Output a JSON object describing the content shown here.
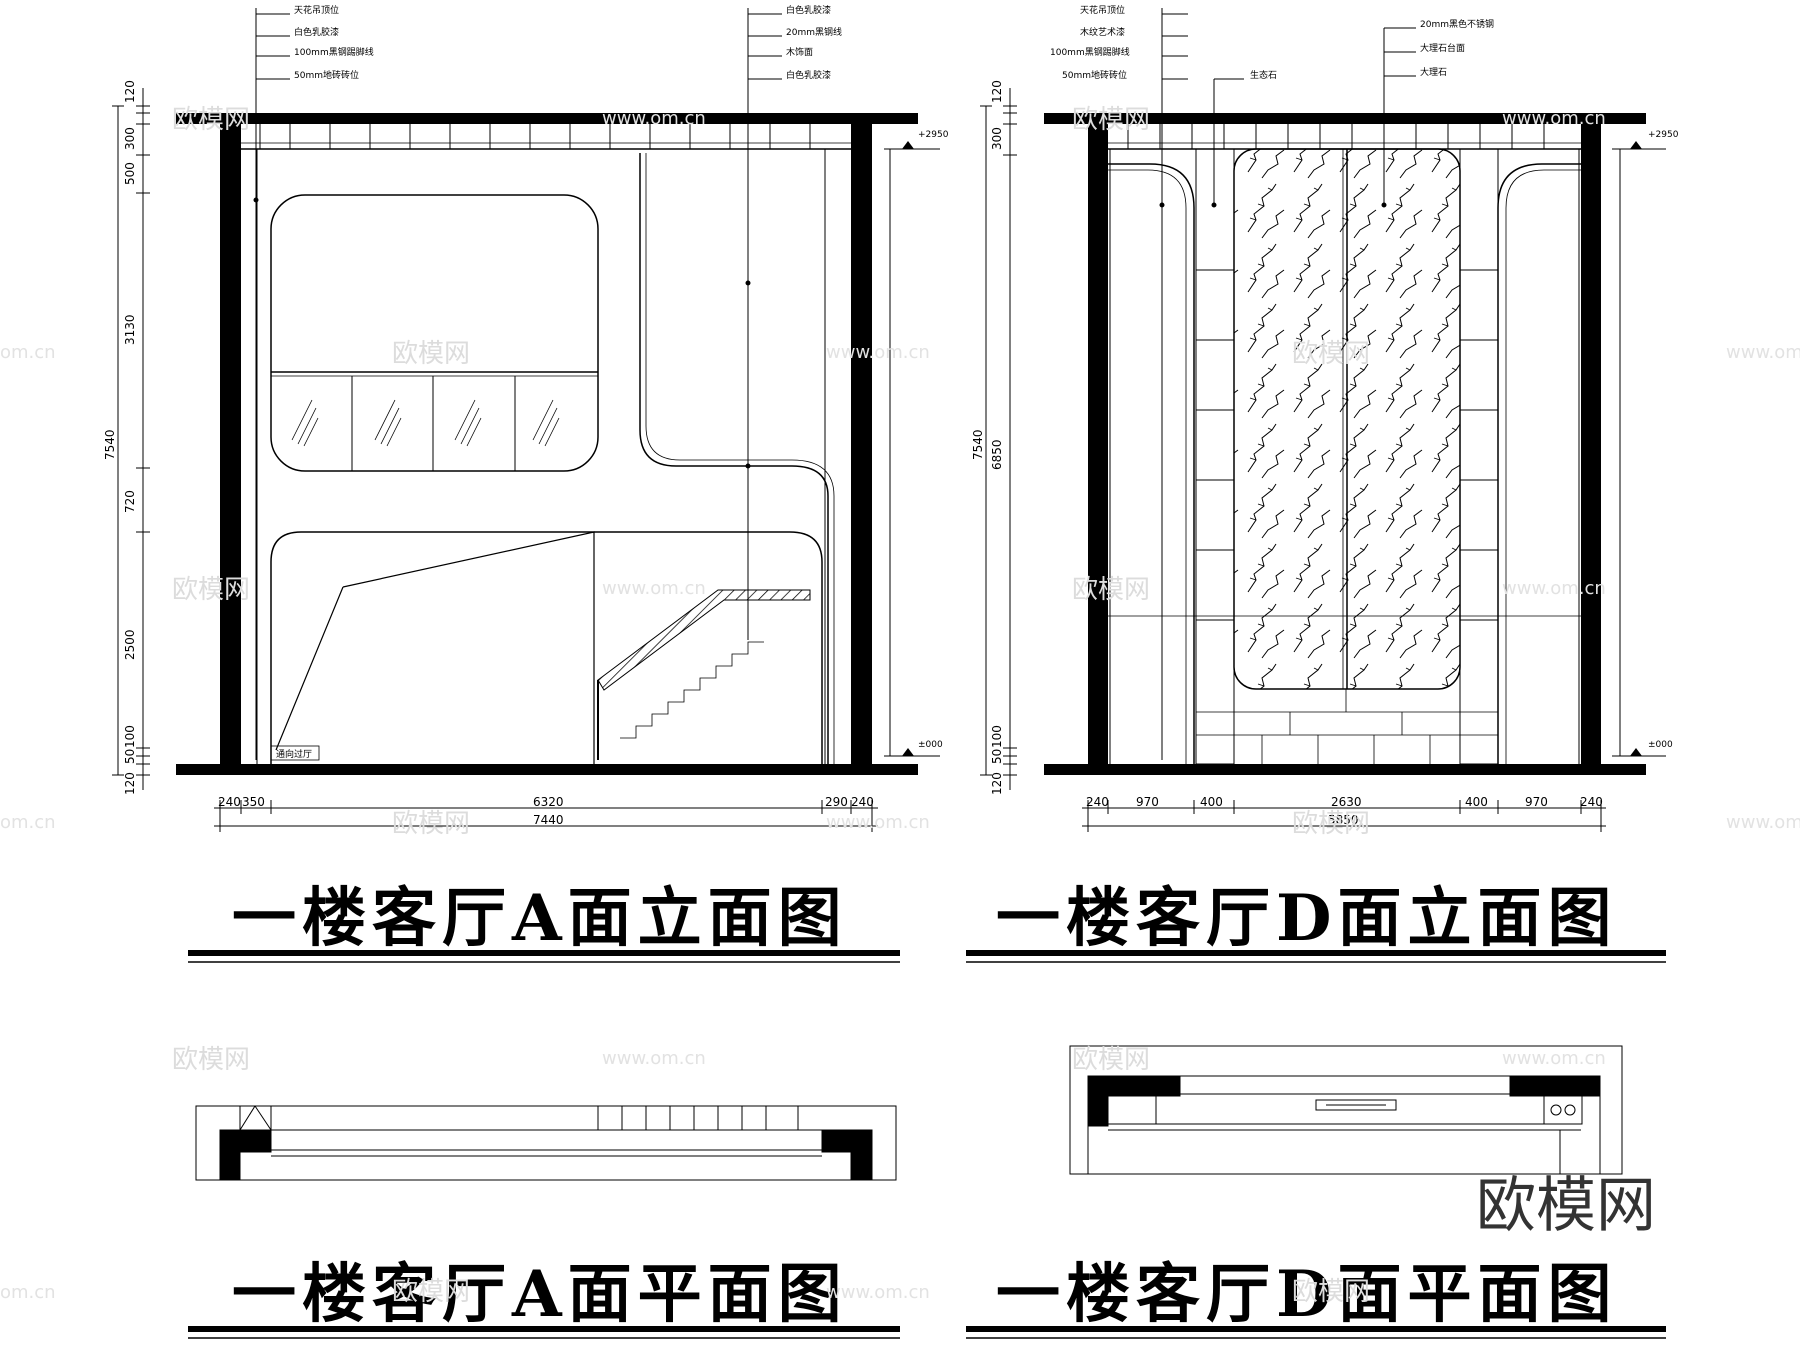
{
  "panels": {
    "elev_a": {
      "title": "一楼客厅A面立面图",
      "callouts_left": [
        "天花吊顶位",
        "白色乳胶漆",
        "100mm黑钢踢脚线",
        "50mm地砖砖位"
      ],
      "callouts_right": [
        "白色乳胶漆",
        "20mm黑钢线",
        "木饰面",
        "白色乳胶漆"
      ],
      "vertical_dims": [
        "120",
        "300",
        "500",
        "3130",
        "720",
        "2500",
        "100",
        "50",
        "120"
      ],
      "vertical_total": "7540",
      "horizontal_dims": [
        "240",
        "350",
        "6320",
        "290",
        "240"
      ],
      "horizontal_total": "7440",
      "level_top": "+2950",
      "level_bottom": "±000",
      "floor_note": "通向过厅"
    },
    "elev_d": {
      "title": "一楼客厅D面立面图",
      "callouts_left": [
        "天花吊顶位",
        "木纹艺术漆",
        "100mm黑钢踢脚线",
        "50mm地砖砖位"
      ],
      "callout_mid": "生态石",
      "callouts_right": [
        "20mm黑色不锈钢",
        "大理石台面",
        "大理石"
      ],
      "vertical_dims": [
        "120",
        "300",
        "6850",
        "100",
        "50",
        "120"
      ],
      "vertical_total": "7540",
      "horizontal_dims": [
        "240",
        "970",
        "400",
        "2630",
        "400",
        "970",
        "240"
      ],
      "horizontal_total": "5850",
      "level_top": "+2950",
      "level_bottom": "±000"
    },
    "plan_a": {
      "title": "一楼客厅A面平面图"
    },
    "plan_d": {
      "title": "一楼客厅D面平面图"
    }
  },
  "watermarks": {
    "brand": "欧模网",
    "url": "www.om.cn",
    "url_short": "om.cn"
  }
}
